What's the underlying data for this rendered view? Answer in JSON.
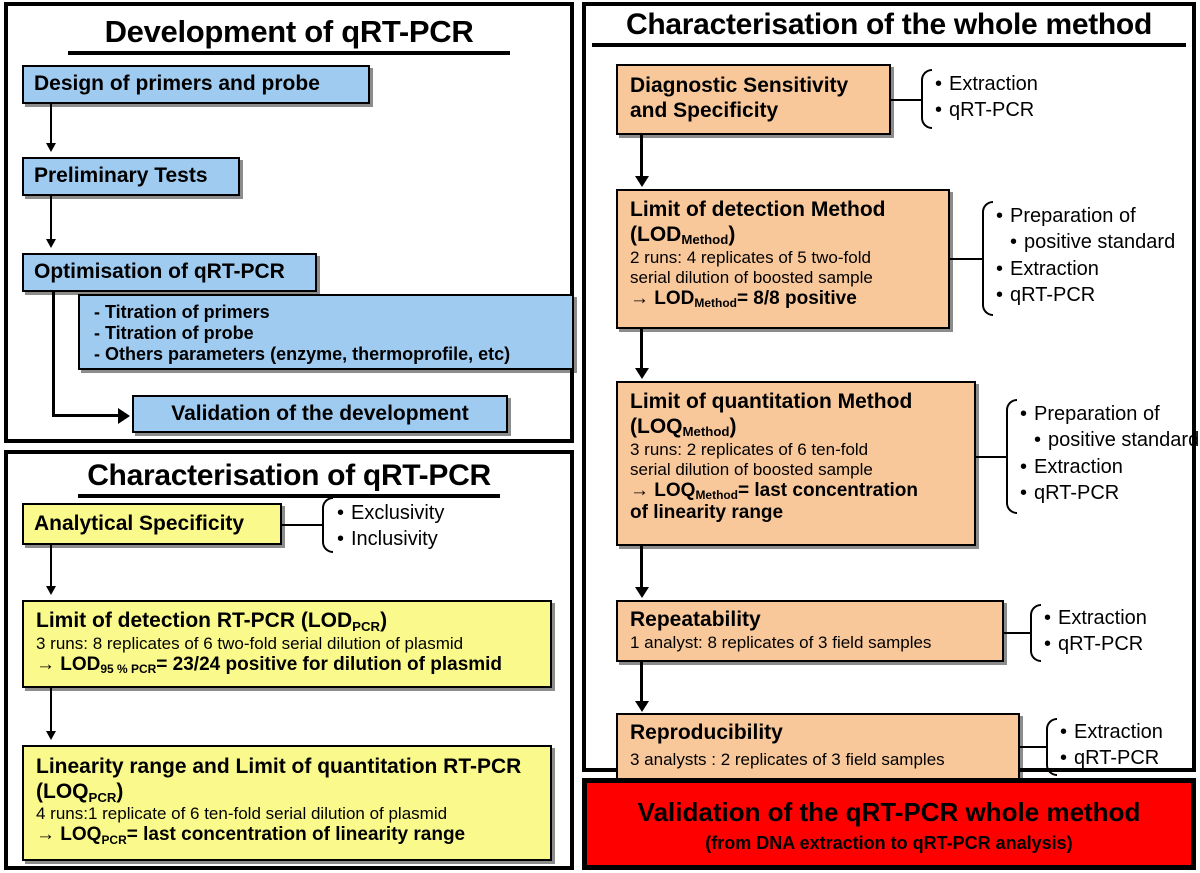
{
  "colors": {
    "blue": "#9FCBF0",
    "yellow": "#FAFA8C",
    "orange": "#F8C89B",
    "red": "#FF0000",
    "border": "#000000",
    "background": "#FFFFFF"
  },
  "panels": {
    "development": {
      "title": "Development of qRT-PCR",
      "boxes": {
        "design": "Design of primers and probe",
        "preliminary": "Preliminary Tests",
        "optimisation": "Optimisation of qRT-PCR",
        "details": [
          "-  Titration of primers",
          "-  Titration of probe",
          "-  Others parameters (enzyme, thermoprofile, etc)"
        ],
        "validation": "Validation of the development"
      }
    },
    "characterisation_pcr": {
      "title": "Characterisation of qRT-PCR",
      "analytical_specificity": {
        "label": "Analytical Specificity",
        "bracket_items": [
          "Exclusivity",
          "Inclusivity"
        ]
      },
      "lod_pcr": {
        "heading_pre": "Limit of detection RT-PCR (LOD",
        "heading_sub": "PCR",
        "heading_post": ")",
        "detail": "3 runs: 8 replicates of 6 two-fold serial dilution of plasmid",
        "result_pre": "→ LOD",
        "result_sub": "95 % PCR",
        "result_post": "= 23/24 positive for dilution of plasmid"
      },
      "loq_pcr": {
        "heading_pre": "Linearity range and Limit of quantitation RT-PCR (LOQ",
        "heading_sub": "PCR",
        "heading_post": ")",
        "detail": "4 runs:1 replicate of 6 ten-fold serial dilution of plasmid",
        "result_pre": "→ LOQ",
        "result_sub": "PCR",
        "result_post": "= last concentration of linearity range"
      }
    },
    "characterisation_method": {
      "title": "Characterisation of the whole method",
      "diagnostic": {
        "line1": "Diagnostic Sensitivity",
        "line2": "and Specificity",
        "bracket_items": [
          "Extraction",
          "qRT-PCR"
        ]
      },
      "lod_method": {
        "heading_line1": "Limit of detection Method",
        "heading_pre2": "(LOD",
        "heading_sub2": "Method",
        "heading_post2": ")",
        "detail1": "2 runs: 4 replicates of 5 two-fold",
        "detail2": "serial dilution of boosted sample",
        "result_pre": "→ LOD",
        "result_sub": "Method",
        "result_post": "= 8/8 positive",
        "bracket_items": [
          "Preparation of",
          "positive standard",
          "Extraction",
          "qRT-PCR"
        ]
      },
      "loq_method": {
        "heading_line1": "Limit of quantitation Method",
        "heading_pre2": "(LOQ",
        "heading_sub2": "Method",
        "heading_post2": ")",
        "detail1": "3 runs: 2 replicates of 6 ten-fold",
        "detail2": "serial dilution of boosted sample",
        "result_pre": "→ LOQ",
        "result_sub": "Method",
        "result_post": "= last concentration",
        "result_line2": "of linearity range",
        "bracket_items": [
          "Preparation of",
          "positive standards",
          "Extraction",
          "qRT-PCR"
        ]
      },
      "repeatability": {
        "heading": "Repeatability",
        "detail": "1 analyst: 8 replicates of 3 field samples",
        "bracket_items": [
          "Extraction",
          "qRT-PCR"
        ]
      },
      "reproducibility": {
        "heading": "Reproducibility",
        "detail": "3 analysts : 2 replicates of 3 field samples",
        "bracket_items": [
          "Extraction",
          "qRT-PCR"
        ]
      }
    },
    "validation_banner": {
      "main": "Validation of the qRT-PCR whole method",
      "sub": "(from DNA extraction to qRT-PCR analysis)"
    }
  }
}
